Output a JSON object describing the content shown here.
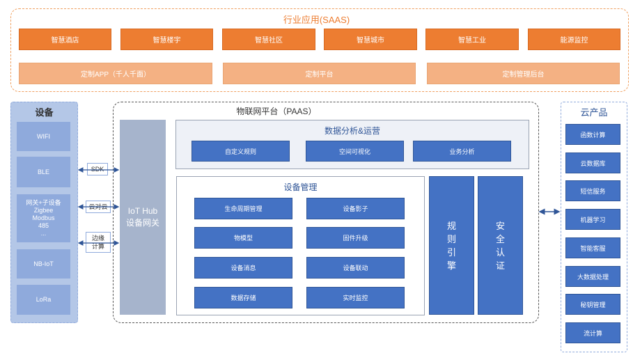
{
  "saas": {
    "title": "行业应用(SAAS)",
    "row1": [
      "智慧酒店",
      "智慧楼宇",
      "智慧社区",
      "智慧城市",
      "智慧工业",
      "能源监控"
    ],
    "row2": [
      "定制APP（千人千面）",
      "定制平台",
      "定制管理后台"
    ]
  },
  "devices": {
    "title": "设备",
    "items": [
      "WIFI",
      "BLE",
      "网关+子设备\nZigbee\nModbus\n485\n...",
      "NB-IoT",
      "LoRa"
    ]
  },
  "protocols": [
    "SDK",
    "云对云",
    "边缘\n计算"
  ],
  "paas": {
    "title": "物联网平台（PAAS）",
    "hub": "IoT Hub\n设备网关",
    "analytics": {
      "title": "数据分析&运营",
      "items": [
        "自定义规则",
        "空间可视化",
        "业务分析"
      ]
    },
    "device_mgmt": {
      "title": "设备管理",
      "items": [
        "生命周期管理",
        "设备影子",
        "物模型",
        "固件升级",
        "设备消息",
        "设备联动",
        "数据存储",
        "实时监控"
      ]
    },
    "rule_engine": "规\n则\n引\n擎",
    "security": "安\n全\n认\n证"
  },
  "cloud": {
    "title": "云产品",
    "items": [
      "函数计算",
      "云数据库",
      "短信服务",
      "机器学习",
      "智能客服",
      "大数据处理",
      "秘钥管理",
      "流计算"
    ]
  },
  "colors": {
    "orange": "#ed7d31",
    "peach": "#f4b183",
    "blue": "#4472c4",
    "light_blue": "#8faadc",
    "hub_gray": "#a6b4cc"
  }
}
